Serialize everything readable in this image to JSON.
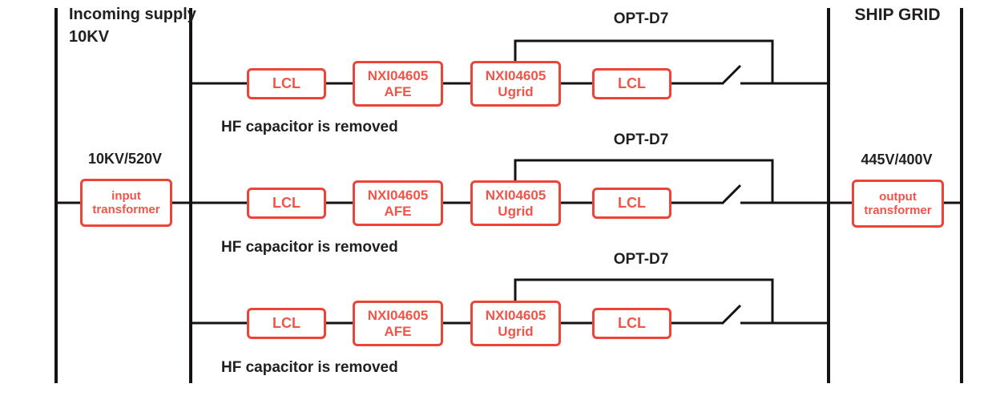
{
  "diagram": {
    "title_left": {
      "line1": "Incoming supply",
      "line2": "10KV"
    },
    "title_right": "SHIP GRID",
    "input_side": {
      "ratio": "10KV/520V",
      "transformer": {
        "line1": "input",
        "line2": "transformer"
      }
    },
    "output_side": {
      "ratio": "445V/400V",
      "transformer": {
        "line1": "output",
        "line2": "transformer"
      }
    },
    "rows": [
      {
        "opt_label": "OPT-D7",
        "note": "HF capacitor is removed",
        "lcl_in": "LCL",
        "afe": {
          "line1": "NXI04605",
          "line2": "AFE"
        },
        "ugrid": {
          "line1": "NXI04605",
          "line2": "Ugrid"
        },
        "lcl_out": "LCL"
      },
      {
        "opt_label": "OPT-D7",
        "note": "HF capacitor is removed",
        "lcl_in": "LCL",
        "afe": {
          "line1": "NXI04605",
          "line2": "AFE"
        },
        "ugrid": {
          "line1": "NXI04605",
          "line2": "Ugrid"
        },
        "lcl_out": "LCL"
      },
      {
        "opt_label": "OPT-D7",
        "note": "HF capacitor is removed",
        "lcl_in": "LCL",
        "afe": {
          "line1": "NXI04605",
          "line2": "AFE"
        },
        "ugrid": {
          "line1": "NXI04605",
          "line2": "Ugrid"
        },
        "lcl_out": "LCL"
      }
    ],
    "colors": {
      "box_red": "#ee4337",
      "box_text_red": "#f0554a",
      "wire_black": "#161214",
      "label_dark": "#231f20"
    }
  }
}
